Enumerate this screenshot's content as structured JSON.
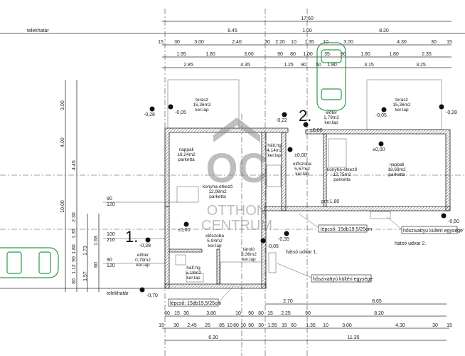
{
  "plot_boundary_label": "telekhatár",
  "section_numbers": [
    "1.",
    "2."
  ],
  "watermark": {
    "logo": "OC",
    "line1": "OTTHON",
    "line2": "CENTRUM"
  },
  "dims_top": {
    "row0": [
      "17.60"
    ],
    "row1": [
      "8.45",
      "1.00",
      "8.20"
    ],
    "row2": [
      "15",
      "30",
      "3.00",
      "2.40",
      "30",
      "2.20",
      "10",
      "1.35",
      "10",
      "3.00",
      "4.30",
      "30",
      "15"
    ],
    "row3": [
      "1.95",
      "1.80",
      "3.00",
      "90",
      "80",
      "1.00",
      "35",
      "90",
      "1.80",
      "1.80",
      "2.35"
    ],
    "row4": [
      "2.85",
      "4.35",
      "1.25",
      "90",
      "50",
      "1.80",
      "3.15",
      "3.25"
    ]
  },
  "dims_bottom": {
    "rowA": [
      "2.70",
      "8.65"
    ],
    "rowB": [
      "60",
      "15",
      "30",
      "3.80",
      "10",
      "90",
      "80",
      "15",
      "2.25",
      "90",
      "8.20"
    ],
    "rowC": [
      "15",
      "30",
      "2.45",
      "25",
      "85",
      "10",
      "80",
      "10",
      "90",
      "30",
      "1.55",
      "15",
      "60",
      "1.35",
      "10",
      "3.00",
      "4.30",
      "30",
      "15"
    ],
    "rowD": [
      "6.30",
      "11.35"
    ]
  },
  "dims_left": [
    "3.00",
    "4.45",
    "4.00",
    "10.00",
    "2.30",
    "1.35",
    "1.80",
    "1.73",
    "1.68",
    "1.57",
    "1.12",
    "90",
    "80",
    "60"
  ],
  "openings": [
    {
      "w": "90",
      "h": "120"
    },
    {
      "w": "100",
      "h": "210"
    },
    {
      "w": "90",
      "h": "120"
    }
  ],
  "rooms": [
    {
      "name": "terasz",
      "area": "15,36m2",
      "floor": "ker.lap"
    },
    {
      "name": "nappali",
      "area": "18,24m2",
      "floor": "parketta"
    },
    {
      "name": "konyha-étkező",
      "area": "12,98m2",
      "floor": "parketta"
    },
    {
      "name": "hált.hg",
      "area": "4,14m2",
      "floor": "ker.lap"
    },
    {
      "name": "előszoba",
      "area": "5,67m2",
      "floor": "ker.lap"
    },
    {
      "name": "előtér",
      "area": "1,79m2",
      "floor": "ker.lap"
    },
    {
      "name": "konyha-étkező",
      "area": "12,75m2",
      "floor": "parketta"
    },
    {
      "name": "nappali",
      "area": "18,68m2",
      "floor": "parketta"
    },
    {
      "name": "terasz",
      "area": "15,36m2",
      "floor": "ker.lap"
    },
    {
      "name": "előszoba",
      "area": "5,94m2",
      "floor": "ker.lap"
    },
    {
      "name": "előtér",
      "area": "0,79m2",
      "floor": "ker.lap"
    },
    {
      "name": "hálf.hg",
      "area": "5,18m2",
      "floor": "ker.lap"
    },
    {
      "name": "tároló",
      "area": "3,36m2",
      "floor": "ker.lap"
    }
  ],
  "yards": [
    "hátsó udvar 1.",
    "hátsó udvar 2."
  ],
  "callouts": {
    "stair": "lépcső: 15db19,5/25cm",
    "heat_pump": "hőszivattyú kültéri egysége",
    "pm": "pm:1,80"
  },
  "levels": [
    "-0,28",
    "-0,05",
    "-0,22",
    "±0,00",
    "-0,05",
    "-0,28",
    "±0,00",
    "-0,50",
    "-0,39",
    "-0,70",
    "-0,35",
    "-0,05",
    "±0,00",
    "±0,00"
  ],
  "colors": {
    "car": "#2e9a4a",
    "line": "#333333",
    "watermark": "#8a8a8a"
  }
}
